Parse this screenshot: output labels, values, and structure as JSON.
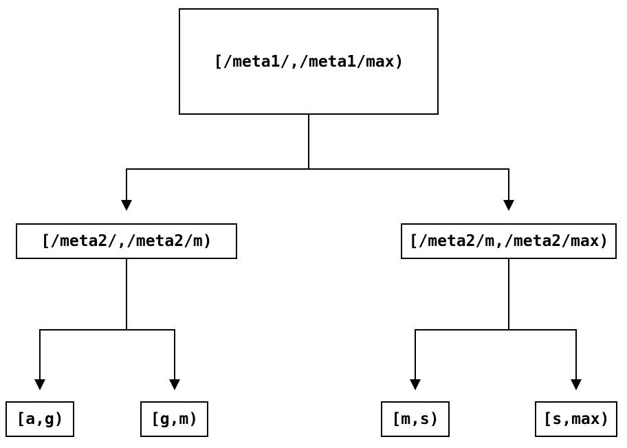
{
  "diagram": {
    "title": "interval-partition-tree",
    "colors": {
      "line": "#000000",
      "background": "#ffffff",
      "node_fill": "#ffffff"
    },
    "nodes": {
      "root": {
        "label": "[/meta1/,/meta1/max)"
      },
      "left": {
        "label": "[/meta2/,/meta2/m)"
      },
      "right": {
        "label": "[/meta2/m,/meta2/max)"
      },
      "leaf_ag": {
        "label": "[a,g)"
      },
      "leaf_gm": {
        "label": "[g,m)"
      },
      "leaf_ms": {
        "label": "[m,s)"
      },
      "leaf_smax": {
        "label": "[s,max)"
      }
    },
    "edges": [
      {
        "from": "root",
        "to": "left"
      },
      {
        "from": "root",
        "to": "right"
      },
      {
        "from": "left",
        "to": "leaf_ag"
      },
      {
        "from": "left",
        "to": "leaf_gm"
      },
      {
        "from": "right",
        "to": "leaf_ms"
      },
      {
        "from": "right",
        "to": "leaf_smax"
      }
    ]
  }
}
